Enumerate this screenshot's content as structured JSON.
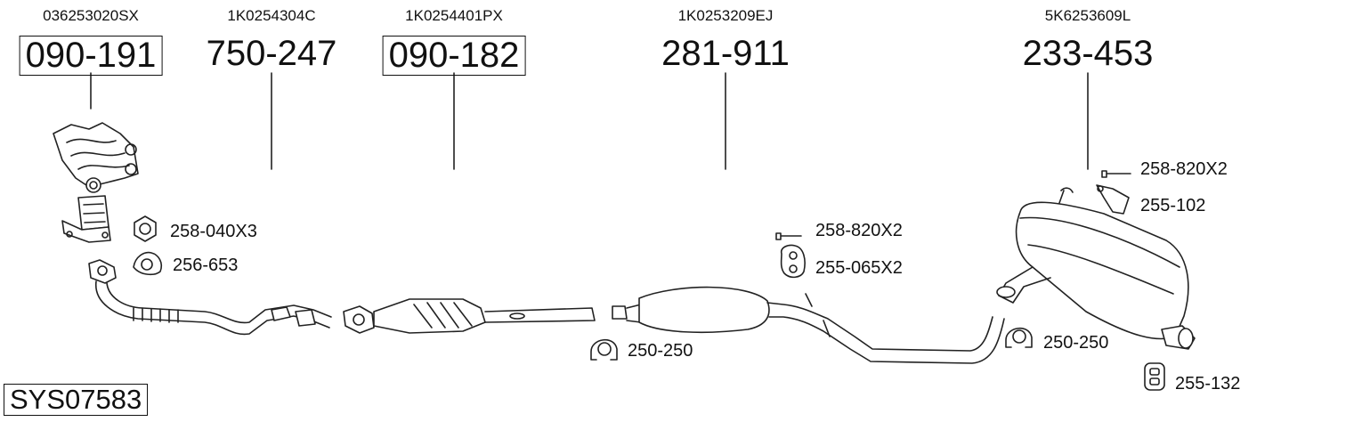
{
  "parts": [
    {
      "oem": "036253020SX",
      "number": "090-191"
    },
    {
      "oem": "1K0254304C",
      "number": "750-247"
    },
    {
      "oem": "1K0254401PX",
      "number": "090-182"
    },
    {
      "oem": "1K0253209EJ",
      "number": "281-911"
    },
    {
      "oem": "5K6253609L",
      "number": "233-453"
    }
  ],
  "accessories": [
    "258-040X3",
    "256-653",
    "258-820X2",
    "255-065X2",
    "250-250",
    "250-250",
    "258-820X2",
    "255-102",
    "255-132"
  ],
  "system_id": "SYS07583"
}
